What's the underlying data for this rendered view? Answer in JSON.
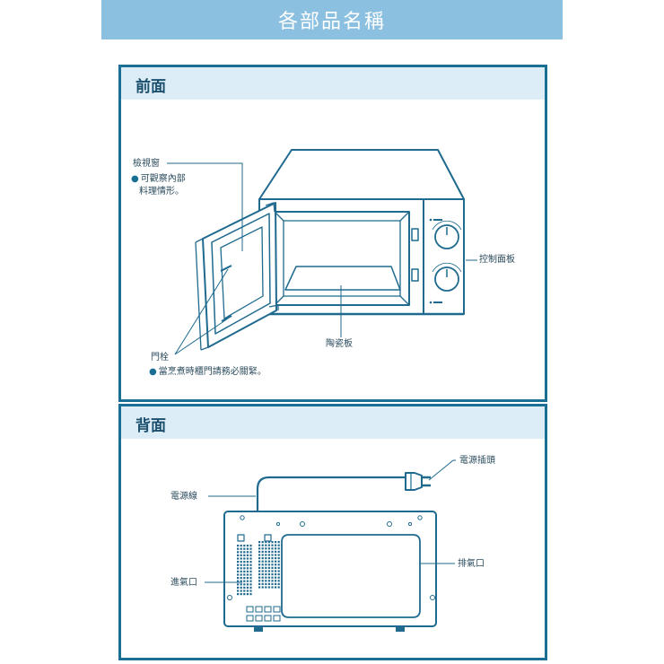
{
  "title": "各部品名稱",
  "front": {
    "heading": "前面",
    "window_label": "檢視窗",
    "window_note_1": "可觀察內部",
    "window_note_2": "料理情形。",
    "control_panel_label": "控制面板",
    "tray_label": "陶瓷板",
    "latch_label": "門栓",
    "latch_note": "當烹煮時櫃門請務必關緊。"
  },
  "back": {
    "heading": "背面",
    "plug_label": "電源插頭",
    "cord_label": "電源線",
    "exhaust_label": "排氣口",
    "intake_label": "進氣口"
  },
  "colors": {
    "banner": "#8cc0e0",
    "frame": "#1b6f95",
    "heading_bg": "#dcedf7",
    "line": "#1f6a8e"
  }
}
